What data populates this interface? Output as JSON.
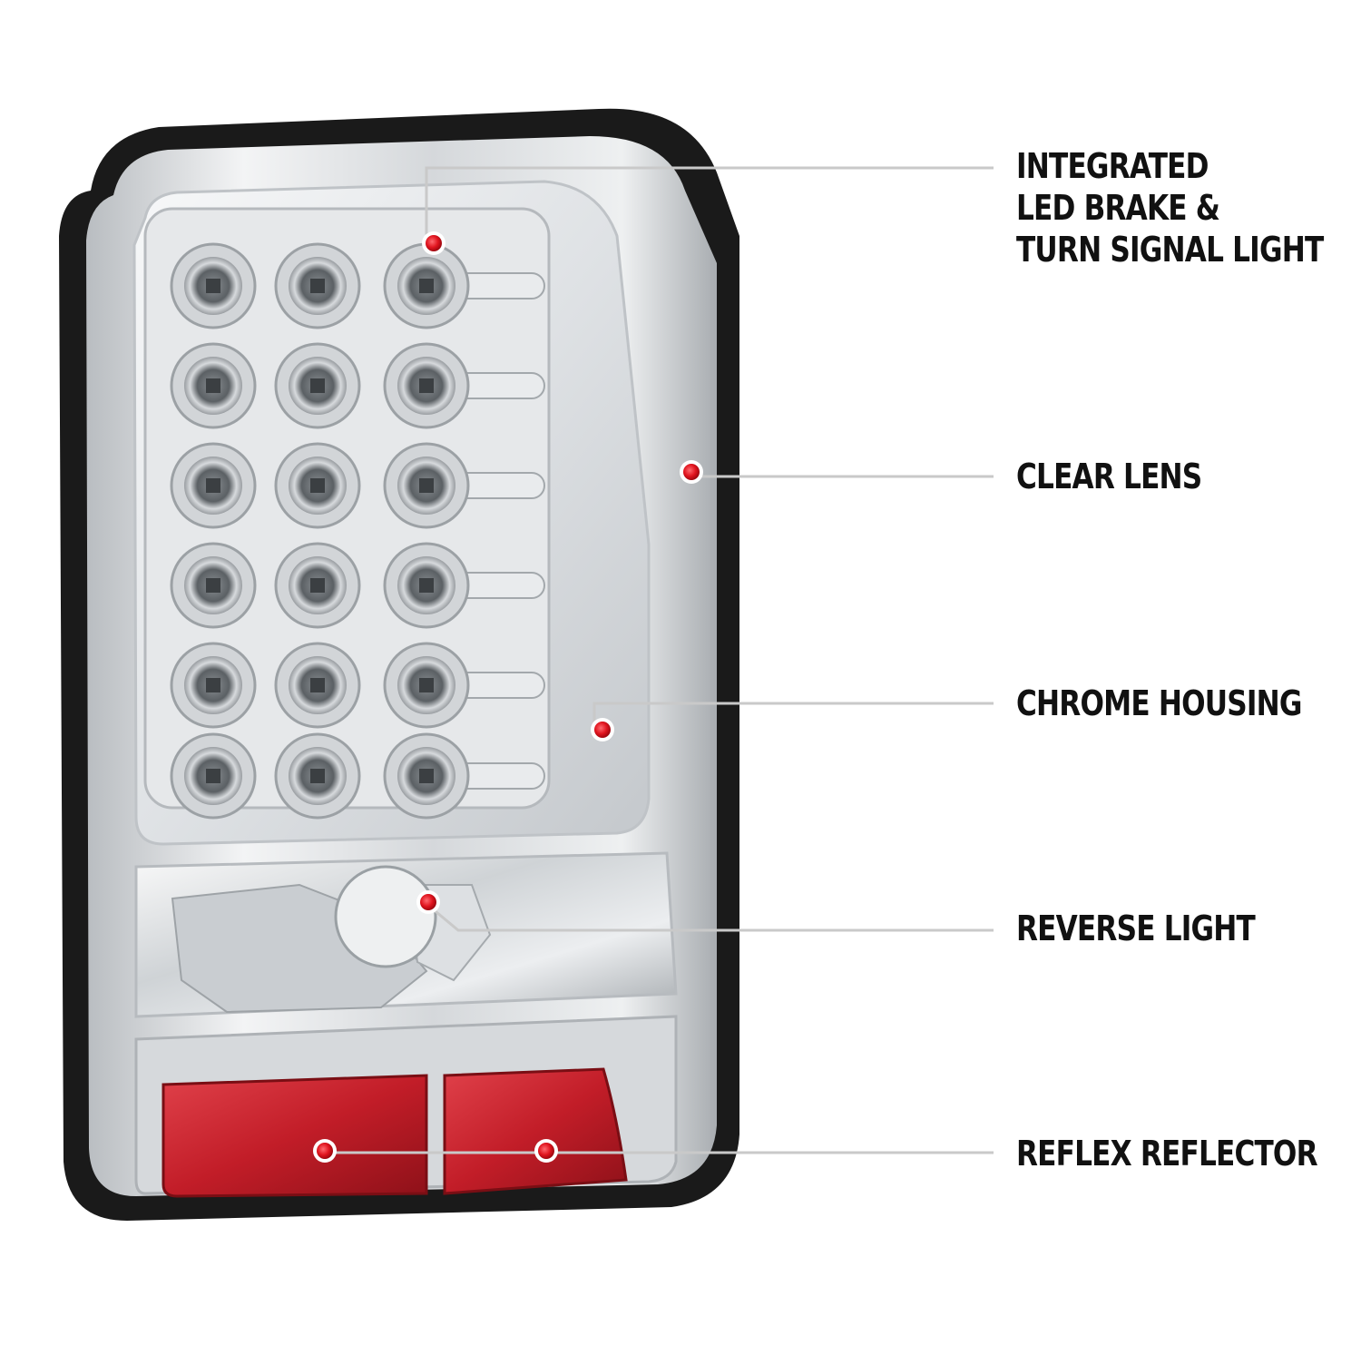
{
  "image": {
    "subject": "tail-light-icon",
    "colors": {
      "background": "#ffffff",
      "frame": "#1a1a1a",
      "chrome": "#d9dcdf",
      "reflector": "#c8202c",
      "callout_dot": "#e0141e",
      "callout_line": "#c9c9c9"
    }
  },
  "callouts": [
    {
      "id": "led",
      "lines": [
        "INTEGRATED",
        "LED BRAKE &",
        "TURN SIGNAL LIGHT"
      ]
    },
    {
      "id": "lens",
      "lines": [
        "CLEAR LENS"
      ]
    },
    {
      "id": "housing",
      "lines": [
        "CHROME HOUSING"
      ]
    },
    {
      "id": "reverse",
      "lines": [
        "REVERSE LIGHT"
      ]
    },
    {
      "id": "reflector",
      "lines": [
        "REFLEX REFLECTOR"
      ]
    }
  ]
}
